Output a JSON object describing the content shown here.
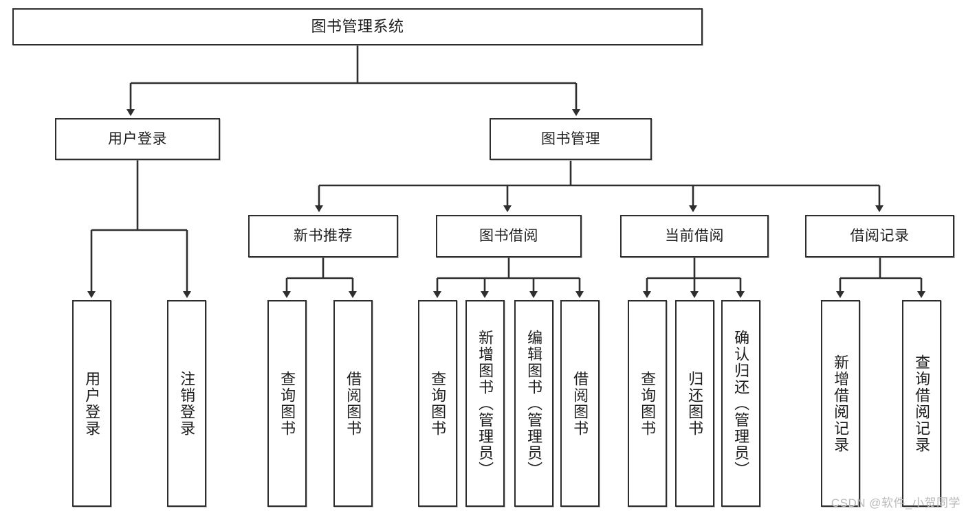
{
  "diagram": {
    "title": "图书管理系统",
    "type": "hierarchy-tree",
    "theme": {
      "line_color": "#2e2e2e",
      "box_fill": "#ffffff",
      "text_color": "#1d1d1d",
      "watermark_color": "#b9b9b9"
    },
    "root": {
      "label": "图书管理系统"
    },
    "level2": [
      {
        "label": "用户登录"
      },
      {
        "label": "图书管理"
      }
    ],
    "level3": [
      {
        "label": "新书推荐"
      },
      {
        "label": "图书借阅"
      },
      {
        "label": "当前借阅"
      },
      {
        "label": "借阅记录"
      }
    ],
    "leaves_user_login": [
      {
        "label": "用户登录"
      },
      {
        "label": "注销登录"
      }
    ],
    "leaves_new_book": [
      {
        "label": "查询图书"
      },
      {
        "label": "借阅图书"
      }
    ],
    "leaves_borrow": [
      {
        "label": "查询图书"
      },
      {
        "label": "新增图书（管理员）"
      },
      {
        "label": "编辑图书（管理员）"
      },
      {
        "label": "借阅图书"
      }
    ],
    "leaves_current": [
      {
        "label": "查询图书"
      },
      {
        "label": "归还图书"
      },
      {
        "label": "确认归还（管理员）"
      }
    ],
    "leaves_record": [
      {
        "label": "新增借阅记录"
      },
      {
        "label": "查询借阅记录"
      }
    ]
  },
  "watermark": {
    "text": "CSDN @软件_小贺同学"
  }
}
